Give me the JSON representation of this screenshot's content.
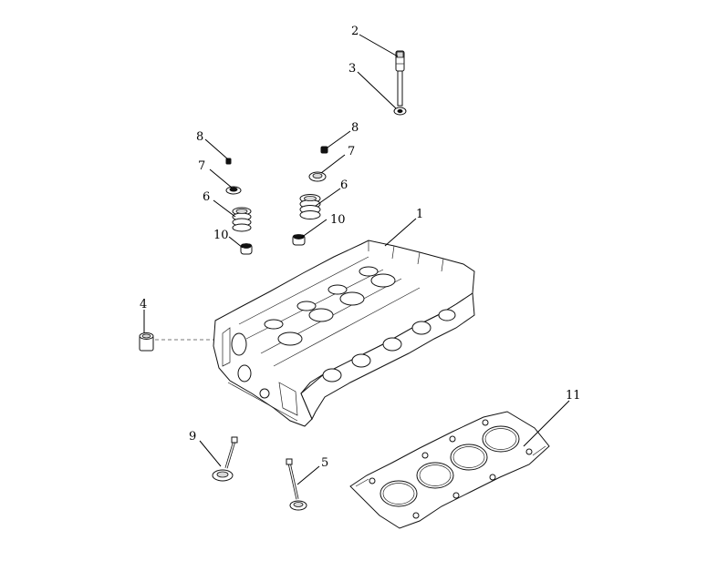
{
  "diagram": {
    "callouts": {
      "c1": "1",
      "c2": "2",
      "c3": "3",
      "c4": "4",
      "c5": "5",
      "c6a": "6",
      "c6b": "6",
      "c7a": "7",
      "c7b": "7",
      "c8a": "8",
      "c8b": "8",
      "c9": "9",
      "c10a": "10",
      "c10b": "10",
      "c11": "11"
    }
  }
}
